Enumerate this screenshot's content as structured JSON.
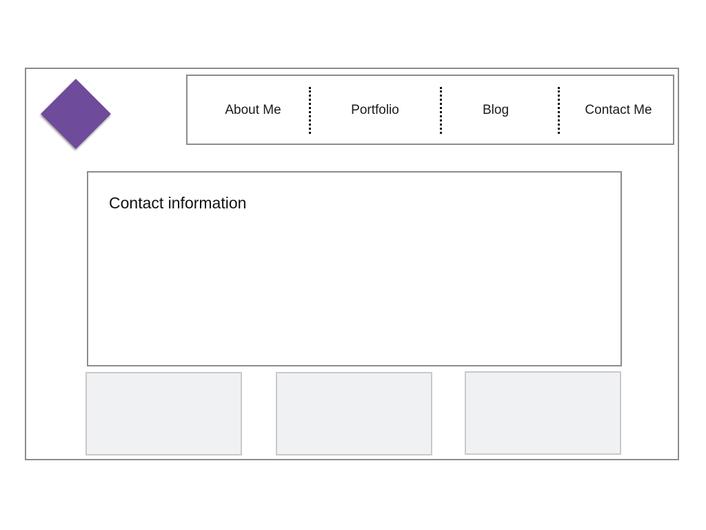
{
  "nav": {
    "items": [
      {
        "label": "About Me"
      },
      {
        "label": "Portfolio"
      },
      {
        "label": "Blog"
      },
      {
        "label": "Contact Me"
      }
    ]
  },
  "main": {
    "heading": "Contact information"
  },
  "colors": {
    "logo": "#6f4b9b",
    "border": "#8c8c8c",
    "card_fill": "#f0f1f3"
  }
}
